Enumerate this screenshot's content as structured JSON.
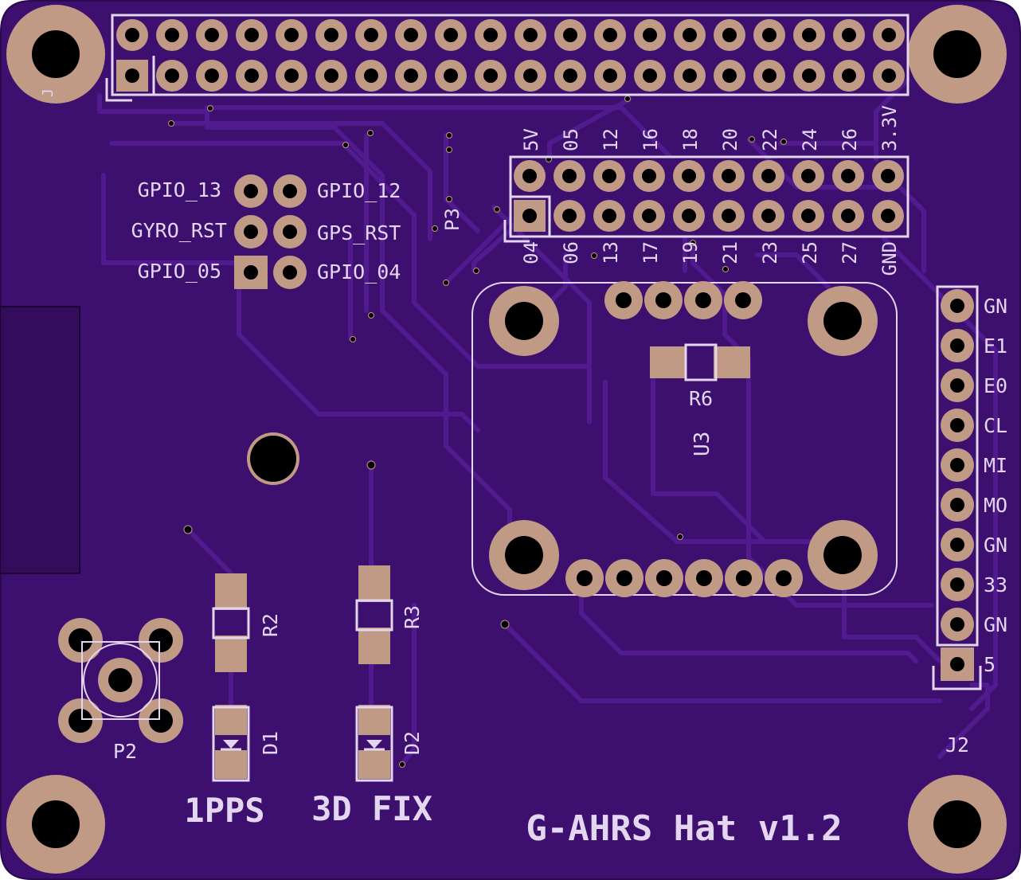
{
  "colors": {
    "board": "#3d0f6e",
    "copper": "#521a8f",
    "pad": "#c19a86",
    "drill": "#000000",
    "silk": "#e2d6f0"
  },
  "gpio_header": {
    "corner_label": "J"
  },
  "p3": {
    "designator": "P3",
    "top_labels": [
      "5V",
      "05",
      "12",
      "16",
      "18",
      "20",
      "22",
      "24",
      "26",
      "3.3V"
    ],
    "bottom_labels": [
      "04",
      "06",
      "13",
      "17",
      "19",
      "21",
      "23",
      "25",
      "27",
      "GND"
    ]
  },
  "jumpers": {
    "left_labels": [
      "GPIO_13",
      "GYRO_RST",
      "GPIO_05"
    ],
    "right_labels": [
      "GPIO_12",
      "GPS_RST",
      "GPIO_04"
    ]
  },
  "j2": {
    "designator": "J2",
    "labels": [
      "GN",
      "E1",
      "E0",
      "CL",
      "MI",
      "MO",
      "GN",
      "33",
      "GN",
      "5"
    ]
  },
  "components": {
    "r6": "R6",
    "u3": "U3",
    "r2": "R2",
    "r3": "R3",
    "d1": "D1",
    "d2": "D2",
    "p2": "P2"
  },
  "captions": {
    "pps": "1PPS",
    "fix": "3D FIX",
    "title": "G-AHRS Hat v1.2"
  }
}
